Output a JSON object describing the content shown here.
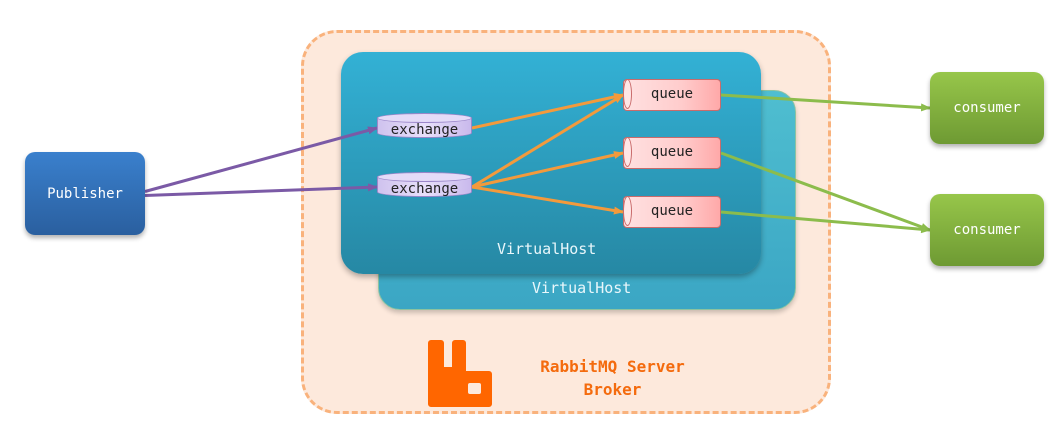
{
  "diagram": {
    "broker": {
      "title": "RabbitMQ Server",
      "subtitle": "Broker",
      "logo": "rabbitmq-logo",
      "accent": "#f46b0e"
    },
    "virtual_hosts": [
      {
        "id": "vh-front",
        "label": "VirtualHost"
      },
      {
        "id": "vh-back",
        "label": "VirtualHost"
      }
    ],
    "publisher": {
      "label": "Publisher",
      "color": "#2f6eb8"
    },
    "exchanges": [
      {
        "id": "exchange-1",
        "label": "exchange"
      },
      {
        "id": "exchange-2",
        "label": "exchange"
      }
    ],
    "queues": [
      {
        "id": "queue-1",
        "label": "queue"
      },
      {
        "id": "queue-2",
        "label": "queue"
      },
      {
        "id": "queue-3",
        "label": "queue"
      }
    ],
    "consumers": [
      {
        "id": "consumer-1",
        "label": "consumer"
      },
      {
        "id": "consumer-2",
        "label": "consumer"
      }
    ],
    "edges": [
      {
        "from": "publisher",
        "to": "exchange-1",
        "color": "#7b5aa6"
      },
      {
        "from": "publisher",
        "to": "exchange-2",
        "color": "#7b5aa6"
      },
      {
        "from": "exchange-1",
        "to": "queue-1",
        "color": "#f39a3c"
      },
      {
        "from": "exchange-2",
        "to": "queue-1",
        "color": "#f39a3c"
      },
      {
        "from": "exchange-2",
        "to": "queue-2",
        "color": "#f39a3c"
      },
      {
        "from": "exchange-2",
        "to": "queue-3",
        "color": "#f39a3c"
      },
      {
        "from": "queue-1",
        "to": "consumer-1",
        "color": "#8cbc4c"
      },
      {
        "from": "queue-2",
        "to": "consumer-2",
        "color": "#8cbc4c"
      },
      {
        "from": "queue-3",
        "to": "consumer-2",
        "color": "#8cbc4c"
      }
    ]
  }
}
